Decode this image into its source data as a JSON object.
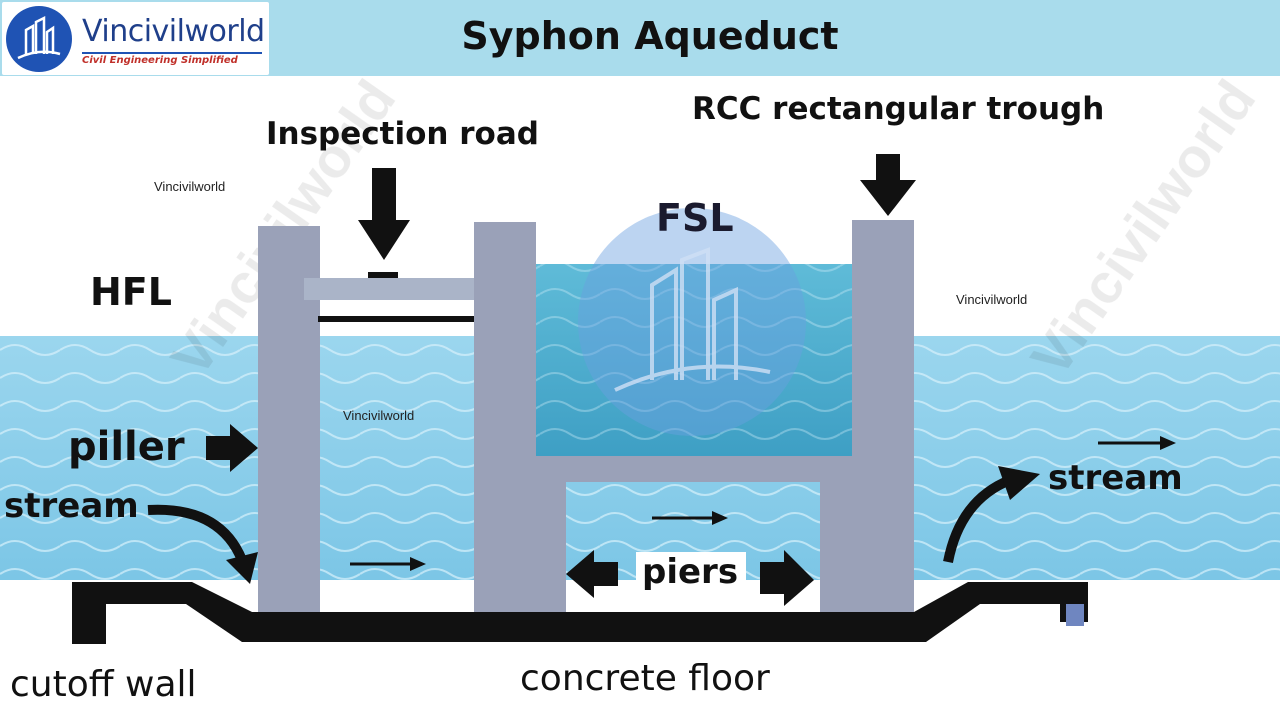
{
  "header": {
    "logo_name": "Vincivilworld",
    "logo_tagline": "Civil Engineering Simplified",
    "title": "Syphon Aqueduct"
  },
  "labels": {
    "inspection_road": "Inspection road",
    "rcc_trough": "RCC rectangular trough",
    "fsl": "FSL",
    "hfl": "HFL",
    "piller": "piller",
    "stream_left": "stream",
    "stream_right": "stream",
    "piers": "piers",
    "cutoff_wall": "cutoff wall",
    "concrete_floor": "concrete floor"
  },
  "watermarks": {
    "wm1": "Vincivilworld",
    "wm2": "Vincivilworld",
    "wm3": "Vincivilworld"
  },
  "colors": {
    "header_bg": "#a9dcec",
    "water": "#8fd0ea",
    "trough_water": "#3fa6c8",
    "concrete": "#9aa1b8",
    "floor": "#111111",
    "logo_blue": "#1f53b4"
  }
}
